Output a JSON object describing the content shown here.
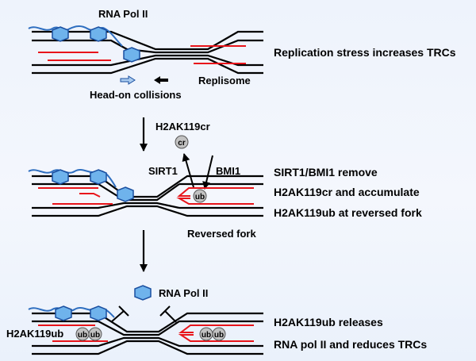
{
  "colors": {
    "strand": "#000000",
    "nascent": "#e8141a",
    "rna": "#2f6fc0",
    "pol_fill": "#6fb3ec",
    "pol_stroke": "#1a4fa0",
    "mod_fill": "#c2c2c2",
    "replisome_arrow_fill": "#a9cbef"
  },
  "panel1": {
    "pol_label": "RNA Pol II",
    "description": "Replication stress increases TRCs",
    "replisome_label": "Replisome",
    "collision_label": "Head-on collisions"
  },
  "panel2": {
    "mark_label": "H2AK119cr",
    "cr_badge": "cr",
    "sirt1_label": "SIRT1",
    "bmi1_label": "BMI1",
    "ub_badge": "ub",
    "desc_line1": "SIRT1/BMI1 remove",
    "desc_line2": "H2AK119cr and accumulate",
    "desc_line3": "H2AK119ub at reversed fork",
    "fork_label": "Reversed fork"
  },
  "panel3": {
    "pol_label": "RNA Pol II",
    "mark_label": "H2AK119ub",
    "ub_badge": "ub",
    "desc_line1": "H2AK119ub  releases",
    "desc_line2": "RNA pol II and reduces TRCs"
  }
}
